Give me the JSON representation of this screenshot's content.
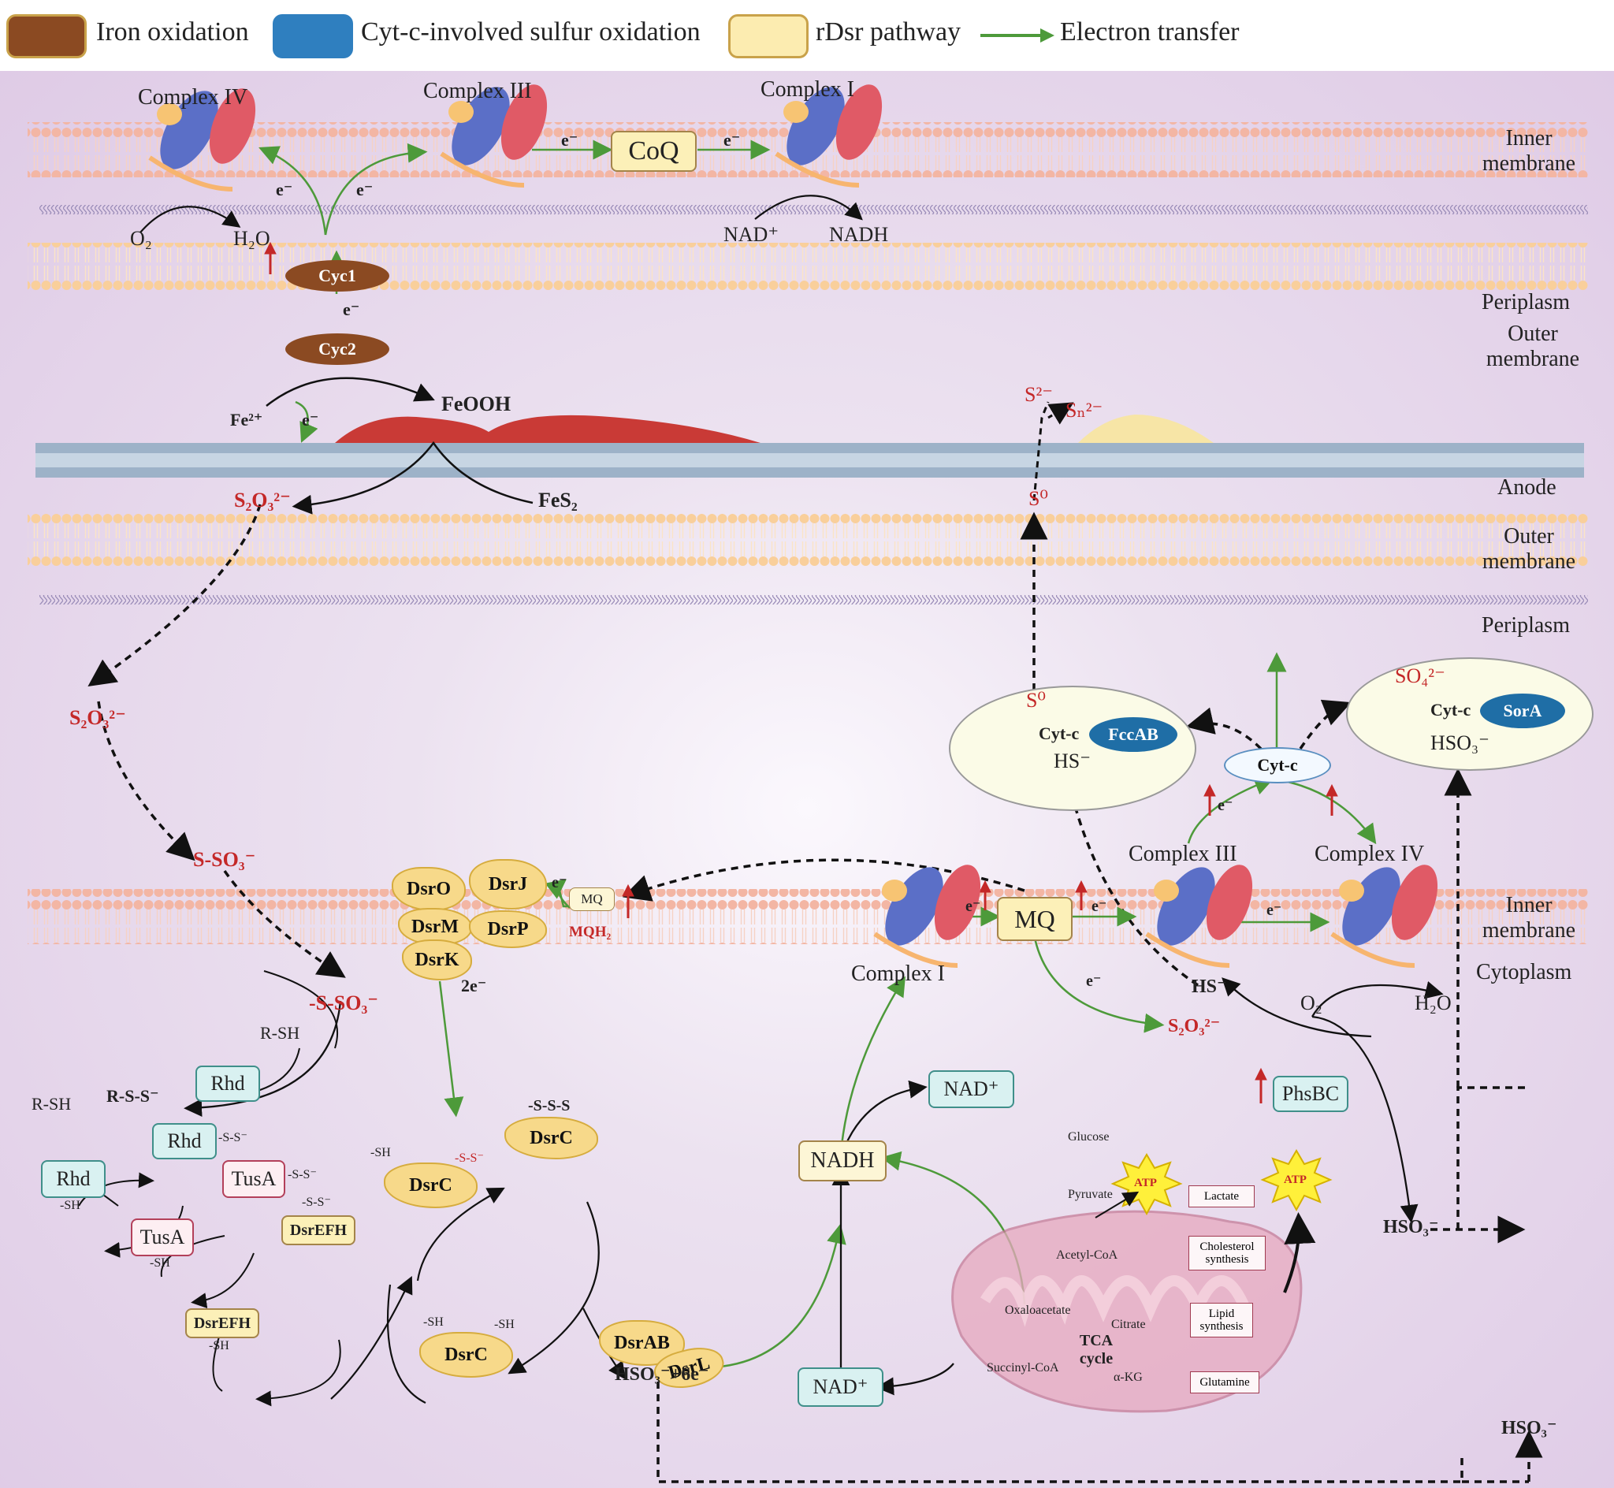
{
  "legend": {
    "iron": {
      "label": "Iron oxidation",
      "color": "#8b4a22"
    },
    "cyt": {
      "label": "Cyt-c-involved sulfur oxidation",
      "color": "#2f7fbf"
    },
    "rdsr": {
      "label": "rDsr pathway",
      "color": "#fcecb0"
    },
    "et": {
      "label": "Electron transfer",
      "color": "#4d9a3a"
    }
  },
  "regions": {
    "inner_membrane_top": "Inner membrane",
    "periplasm_top": "Periplasm",
    "outer_membrane_top": "Outer membrane",
    "anode": "Anode",
    "outer_membrane_bottom": "Outer membrane",
    "periplasm_bottom": "Periplasm",
    "inner_membrane_bottom": "Inner membrane",
    "cytoplasm": "Cytoplasm"
  },
  "top": {
    "complex4": "Complex IV",
    "complex3": "Complex III",
    "complex1": "Complex I",
    "coq": "CoQ",
    "o2": "O₂",
    "h2o": "H₂O",
    "nad": "NAD⁺",
    "nadh": "NADH",
    "e": "e⁻",
    "cyc1": "Cyc1",
    "cyc2": "Cyc2",
    "fe2": "Fe²⁺",
    "feooh": "FeOOH",
    "s2o3": "S₂O₃²⁻",
    "fes2": "FeS₂",
    "s2": "S²⁻",
    "sn2": "Sₙ²⁻",
    "s0": "S⁰"
  },
  "left": {
    "s2o3_b": "S₂O₃²⁻",
    "sso3": "S-SO₃⁻",
    "sso3b": "-S-SO₃⁻",
    "rsh1": "R-SH",
    "rsh2": "R-SH",
    "rss": "R-S-S⁻",
    "rhd1": "Rhd",
    "rhd2": "Rhd",
    "rhd3": "Rhd",
    "tusa1": "TusA",
    "tusa2": "TusA",
    "dsrefh1": "DsrEFH",
    "dsrefh2": "DsrEFH",
    "ss1": "-S-S⁻",
    "ss2": "-S-S⁻",
    "ss3": "-S-S⁻",
    "ss4": "-S-S⁻",
    "sh1": "-SH",
    "sh2": "-SH",
    "sh3": "-SH",
    "sh4": "-SH",
    "sh5": "-SH",
    "sh6": "-SH",
    "dsrc1": "DsrC",
    "dsrc2": "DsrC",
    "dsrc3": "DsrC",
    "sss": "-S-S-S",
    "dsro": "DsrO",
    "dsrj": "DsrJ",
    "dsrm": "DsrM",
    "dsrp": "DsrP",
    "dsrk": "DsrK",
    "mq": "MQ",
    "mqh2": "MQH₂",
    "twoe": "2e⁻",
    "dsrab": "DsrAB",
    "dsrl": "DsrL",
    "hso3e": "HSO₃⁻+6e⁻"
  },
  "right": {
    "s0": "S⁰",
    "cytc1": "Cyt-c",
    "fccab": "FccAB",
    "hs1": "HS⁻",
    "so4": "SO₄²⁻",
    "cytc2": "Cyt-c",
    "sora": "SorA",
    "hso3_1": "HSO₃⁻",
    "cytc_center": "Cyt-c",
    "complex3": "Complex III",
    "complex4": "Complex IV",
    "complex1": "Complex I",
    "mq": "MQ",
    "hs2": "HS⁻",
    "o2": "O₂",
    "h2o": "H₂O",
    "s2o3": "S₂O₃²⁻",
    "phsbc": "PhsBC",
    "hso3_2": "HSO₃⁻",
    "hso3_3": "HSO₃⁻",
    "e": "e⁻"
  },
  "metab": {
    "nad_top": "NAD⁺",
    "nadh": "NADH",
    "nad_bot": "NAD⁺",
    "glucose": "Glucose",
    "pyruvate": "Pyruvate",
    "acetyl": "Acetyl-CoA",
    "oxalo": "Oxaloacetate",
    "citrate": "Citrate",
    "succ": "Succinyl-CoA",
    "akg": "α-KG",
    "tca": "TCA cycle",
    "lactate": "Lactate",
    "chol": "Cholesterol synthesis",
    "lipid": "Lipid synthesis",
    "glut": "Glutamine",
    "atp": "ATP"
  }
}
